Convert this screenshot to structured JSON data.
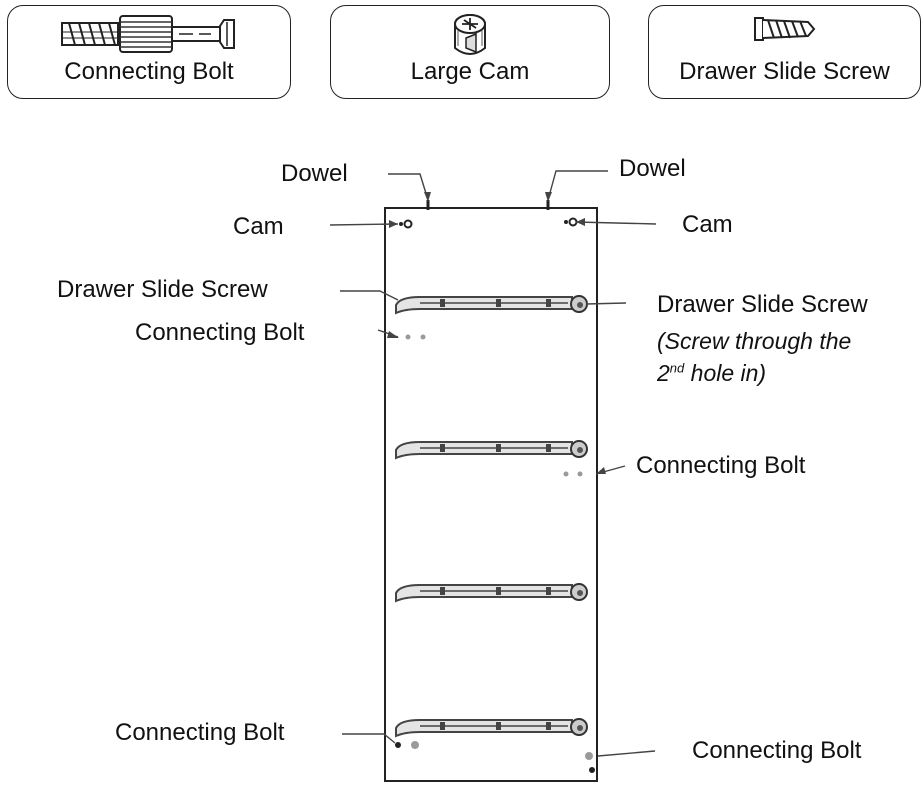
{
  "parts": {
    "connecting_bolt": {
      "label": "Connecting Bolt",
      "icon": "connecting-bolt-icon"
    },
    "large_cam": {
      "label": "Large Cam",
      "icon": "large-cam-icon"
    },
    "drawer_slide_screw": {
      "label": "Drawer Slide Screw",
      "icon": "drawer-slide-screw-icon"
    }
  },
  "labels": {
    "dowel_left": "Dowel",
    "dowel_right": "Dowel",
    "cam_left": "Cam",
    "cam_right": "Cam",
    "screw_left": "Drawer Slide Screw",
    "bolt_left_top": "Connecting Bolt",
    "screw_right": "Drawer Slide Screw",
    "screw_right_note_1": "(Screw through the",
    "screw_right_note_2_pre": "2",
    "screw_right_note_2_sup": "nd",
    "screw_right_note_2_post": " hole in)",
    "bolt_right_mid": "Connecting Bolt",
    "bolt_left_bottom": "Connecting Bolt",
    "bolt_right_bottom": "Connecting Bolt"
  },
  "colors": {
    "line": "#222222",
    "rail": "#444444",
    "rail_fill": "#e4e4e4",
    "hole": "#9a9a9a"
  }
}
